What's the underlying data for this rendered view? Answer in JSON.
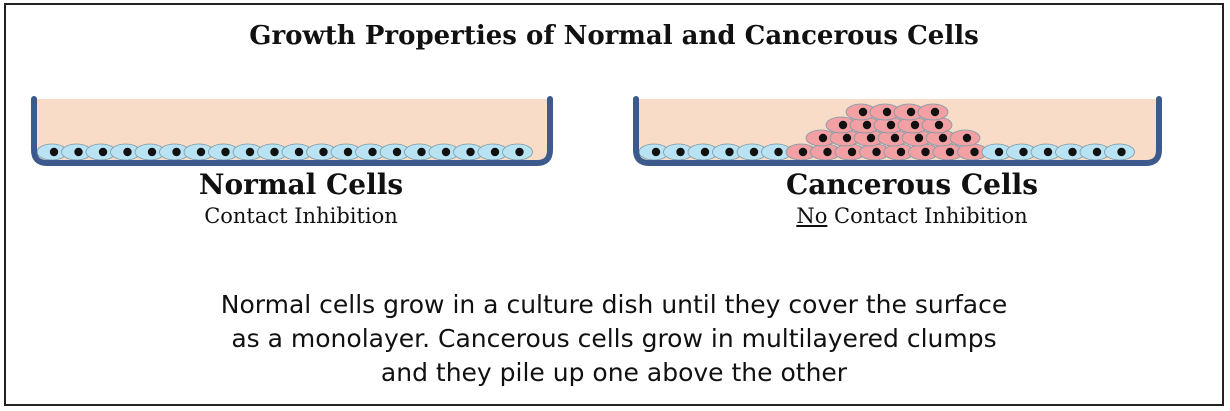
{
  "title": "Growth Properties of Normal and Cancerous Cells",
  "normal": {
    "heading": "Normal Cells",
    "subtitle": "Contact Inhibition"
  },
  "cancer": {
    "heading": "Cancerous Cells",
    "subtitle_underlined": "No",
    "subtitle_rest": " Contact Inhibition"
  },
  "caption": {
    "line1": "Normal cells grow in a culture dish until they cover the surface",
    "line2": "as a monolayer.  Cancerous cells grow in multilayered clumps",
    "line3": "and they pile up one above the other"
  },
  "colors": {
    "dish_wall": "#3c5a8c",
    "medium": "#f8dcc8",
    "normal_cell": "#b9e3f3",
    "cancer_cell": "#f2a0a4",
    "nucleus": "#111111"
  }
}
